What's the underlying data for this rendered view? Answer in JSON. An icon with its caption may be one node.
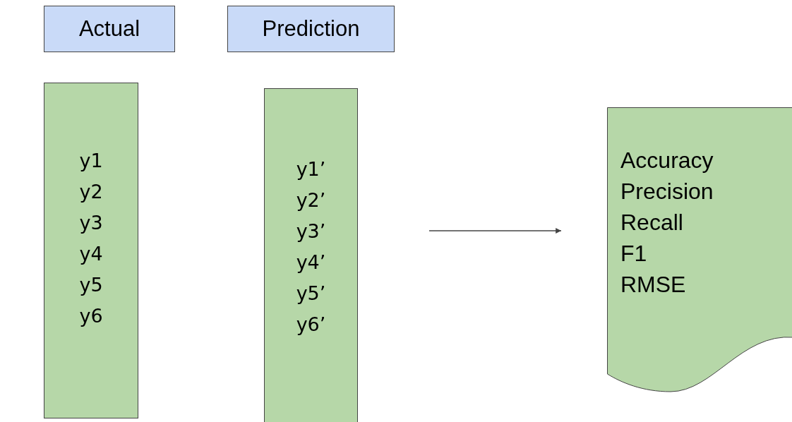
{
  "diagram": {
    "nodes": [
      {
        "text": [
          "Actual"
        ]
      },
      {
        "text": [
          "Prediction"
        ]
      },
      {
        "text": [
          "y1",
          "y2",
          "y3",
          "y4",
          "y5",
          "y6"
        ]
      },
      {
        "text": [
          "y1’",
          "y2’",
          "y3’",
          "y4’",
          "y5’",
          "y6’"
        ]
      },
      {
        "text": [
          "Accuracy",
          "Precision",
          "Recall",
          "F1",
          "RMSE"
        ]
      }
    ],
    "edges": [
      {
        "from": null,
        "to": 4,
        "arrow": "to"
      }
    ]
  }
}
